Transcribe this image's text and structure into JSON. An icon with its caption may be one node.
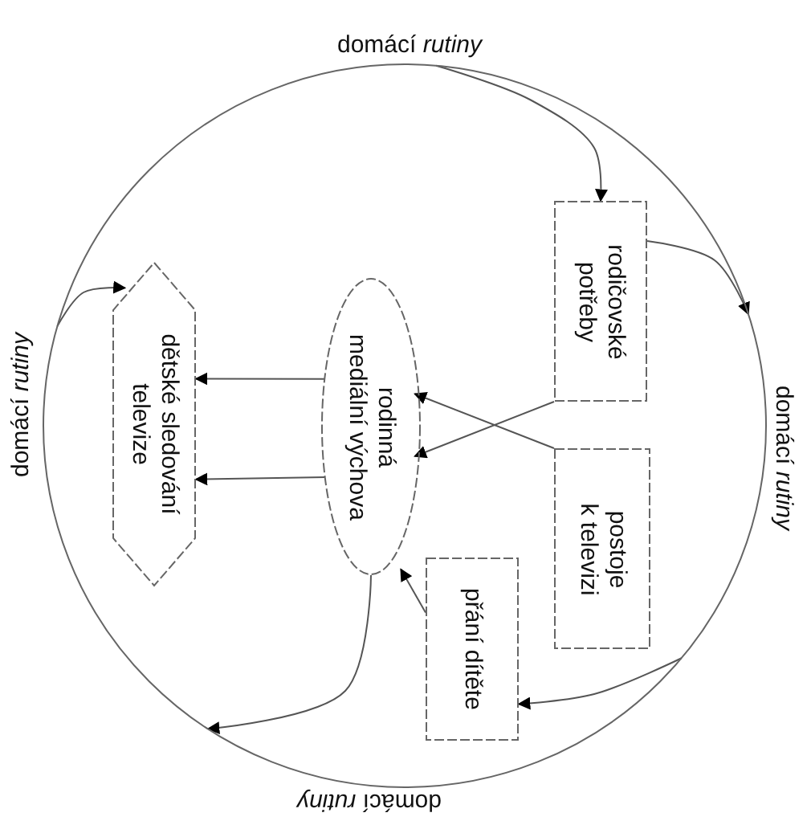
{
  "diagram": {
    "nodes": [
      {
        "text": [
          "domácí *rutiny*",
          "domácí *rutiny*",
          "domácí *rutiny*",
          "domácí *rutiny*"
        ]
      },
      {
        "text": [
          "rodičovské potřeby"
        ],
        "in": 0
      },
      {
        "text": [
          "postoje k televizi"
        ],
        "in": 0
      },
      {
        "text": [
          "přání dítěte"
        ],
        "in": 0
      },
      {
        "text": [
          "rodinná mediální výchova"
        ],
        "in": 0
      },
      {
        "text": [
          "dětské sledování televize"
        ],
        "in": 0
      }
    ],
    "edges": [
      {
        "from": 0,
        "to": 1,
        "arrow": "to"
      },
      {
        "from": 1,
        "to": 0,
        "arrow": "to"
      },
      {
        "from": 0,
        "to": 3,
        "arrow": "to"
      },
      {
        "from": 4,
        "to": 0,
        "arrow": "to"
      },
      {
        "from": 0,
        "to": 5,
        "arrow": "to"
      },
      {
        "from": 4,
        "to": 5,
        "arrow": "to"
      },
      {
        "from": 4,
        "to": 5,
        "arrow": "to"
      },
      {
        "from": 2,
        "to": 4,
        "arrow": "to"
      },
      {
        "from": 1,
        "to": 4,
        "arrow": "to"
      },
      {
        "from": 3,
        "to": 4,
        "arrow": "to"
      }
    ]
  }
}
